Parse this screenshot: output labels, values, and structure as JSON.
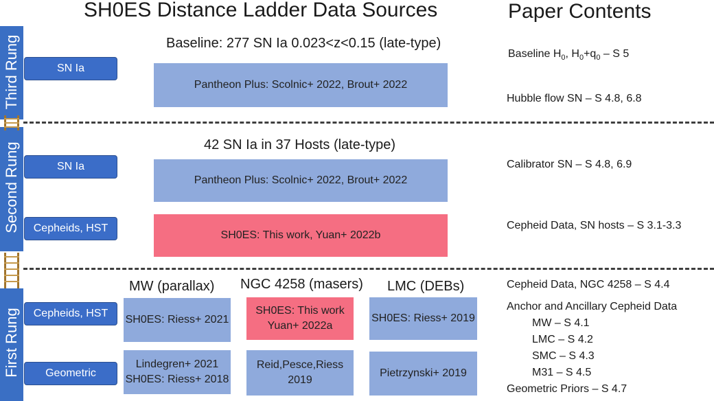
{
  "title": "SH0ES Distance Ladder Data Sources",
  "contents_title": "Paper Contents",
  "rungs": {
    "third": "Third Rung",
    "second": "Second Rung",
    "first": "First Rung"
  },
  "third": {
    "heading": "Baseline: 277 SN Ia 0.023<z<0.15 (late-type)",
    "tag": "SN Ia",
    "box": "Pantheon Plus: Scolnic+ 2022, Brout+ 2022"
  },
  "second": {
    "heading": "42 SN Ia in 37 Hosts (late-type)",
    "tag_sn": "SN Ia",
    "box_sn": "Pantheon Plus: Scolnic+ 2022, Brout+ 2022",
    "tag_ceph": "Cepheids, HST",
    "box_ceph": "SH0ES: This work, Yuan+ 2022b"
  },
  "first": {
    "col_mw": "MW (parallax)",
    "col_ngc": "NGC 4258 (masers)",
    "col_lmc": "LMC (DEBs)",
    "tag_ceph": "Cepheids, HST",
    "tag_geo": "Geometric",
    "ceph_mw": "SH0ES: Riess+ 2021",
    "ceph_ngc_1": "SH0ES: This work",
    "ceph_ngc_2": "Yuan+ 2022a",
    "ceph_lmc": "SH0ES: Riess+ 2019",
    "geo_mw_1": "Lindegren+ 2021",
    "geo_mw_2": "SH0ES: Riess+ 2018",
    "geo_ngc_1": "Reid,Pesce,Riess",
    "geo_ngc_2": "2019",
    "geo_lmc": "Pietrzynski+ 2019"
  },
  "contents": {
    "baseline_prefix": "Baseline H",
    "baseline_sub1": "0",
    "baseline_mid": ", H",
    "baseline_sub2": "0",
    "baseline_q": "+q",
    "baseline_sub3": "0",
    "baseline_suffix": " – S 5",
    "hubble_flow": "Hubble flow SN – S 4.8, 6.8",
    "calibrator": "Calibrator SN – S 4.8, 6.9",
    "cepheid_hosts": "Cepheid Data, SN hosts – S 3.1-3.3",
    "cepheid_ngc": "Cepheid Data, NGC 4258 – S 4.4",
    "anchor": "Anchor and Ancillary Cepheid Data",
    "mw": "MW – S 4.1",
    "lmc": "LMC – S 4.2",
    "smc": "SMC – S 4.3",
    "m31": "M31 – S 4.5",
    "geo_priors": "Geometric Priors – S 4.7"
  },
  "colors": {
    "rung_bar": "#3a6fc4",
    "tag": "#3b6dc8",
    "blue_box": "#8faadc",
    "red_box": "#f56e82"
  }
}
